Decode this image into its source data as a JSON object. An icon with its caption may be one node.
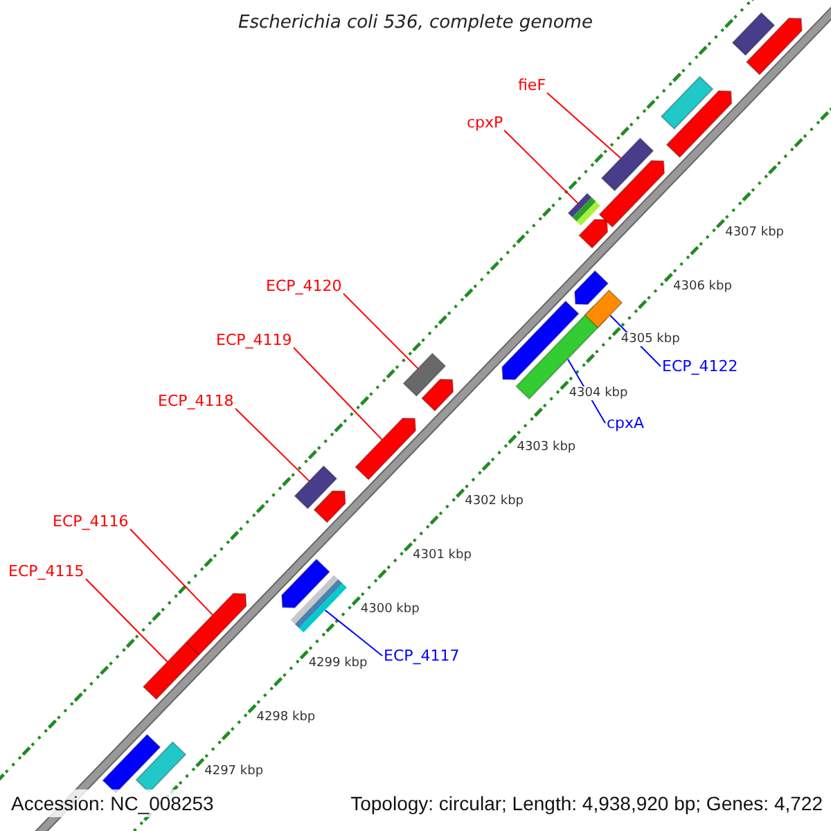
{
  "diagram": {
    "title": "Escherichia coli 536, complete genome",
    "nodes": [
      {
        "text": [
          "fieF"
        ]
      },
      {
        "text": [
          "cpxP"
        ]
      },
      {
        "text": [
          "ECP_4120"
        ]
      },
      {
        "text": [
          "ECP_4122"
        ]
      },
      {
        "text": [
          "ECP_4119"
        ]
      },
      {
        "text": [
          "cpxA"
        ]
      },
      {
        "text": [
          "ECP_4118"
        ]
      },
      {
        "text": [
          "ECP_4116"
        ]
      },
      {
        "text": [
          "ECP_4115"
        ]
      },
      {
        "text": [
          "ECP_4117"
        ]
      },
      {
        "text": [],
        "shape": "bar"
      },
      {
        "text": [],
        "shape": "bar"
      },
      {
        "text": [],
        "shape": "bar"
      },
      {
        "text": [],
        "shape": "bar"
      },
      {
        "text": [],
        "shape": "bar"
      },
      {
        "text": [],
        "shape": "pentagon"
      },
      {
        "text": [],
        "shape": "bar"
      },
      {
        "text": [],
        "shape": "bar"
      },
      {
        "text": [],
        "shape": "pentagon"
      },
      {
        "text": [],
        "shape": "pentagon"
      },
      {
        "text": [],
        "shape": "bar"
      },
      {
        "text": [],
        "shape": "pentagon"
      },
      {
        "text": [],
        "shape": "bar"
      },
      {
        "text": [],
        "shape": "pentagon"
      },
      {
        "text": [],
        "shape": "pentagon"
      },
      {
        "text": [],
        "shape": "pentagon"
      },
      {
        "text": [],
        "shape": "pentagon"
      },
      {
        "text": [],
        "shape": "pentagon"
      },
      {
        "text": [],
        "shape": "pentagon"
      },
      {
        "text": [],
        "shape": "pentagon"
      },
      {
        "text": [],
        "shape": "pentagon"
      },
      {
        "text": [],
        "shape": "bar"
      },
      {
        "text": [],
        "shape": "bar"
      }
    ],
    "edges": [
      {
        "from": 0,
        "to": 10,
        "arrow": "none"
      },
      {
        "from": 1,
        "to": 11,
        "arrow": "none"
      },
      {
        "from": 2,
        "to": 14,
        "arrow": "none"
      },
      {
        "from": 3,
        "to": 12,
        "arrow": "none",
        "color": "#0000ff"
      },
      {
        "from": 4,
        "to": 15,
        "arrow": "none"
      },
      {
        "from": 5,
        "to": 13,
        "arrow": "none",
        "color": "#0000ff"
      },
      {
        "from": 6,
        "to": 16,
        "arrow": "none"
      },
      {
        "from": 7,
        "to": 18,
        "arrow": "none"
      },
      {
        "from": 8,
        "to": 19,
        "arrow": "none"
      },
      {
        "from": 9,
        "to": 17,
        "arrow": "none",
        "color": "#0000ff"
      }
    ],
    "labels": [
      "4307 kbp",
      "4306 kbp",
      "4305 kbp",
      "4304 kbp",
      "4303 kbp",
      "4302 kbp",
      "4301 kbp",
      "4300 kbp",
      "4299 kbp",
      "4298 kbp",
      "4297 kbp",
      "Accession: NC_008253",
      "Topology: circular; Length: 4,938,920 bp; Genes: 4,722"
    ]
  }
}
